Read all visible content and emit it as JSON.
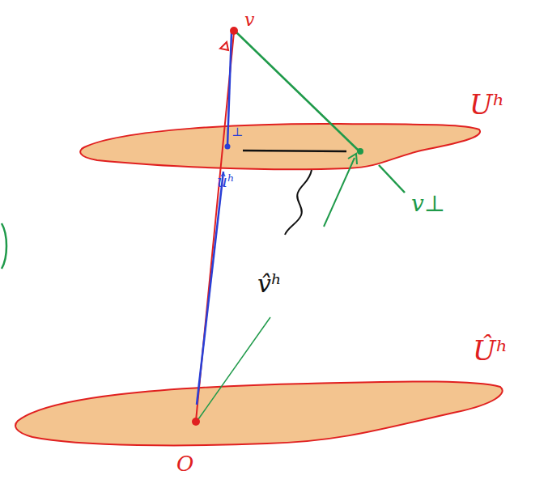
{
  "diagram": {
    "labels": [
      "v",
      "⊥",
      "ûʰ",
      "Uʰ",
      "v⊥",
      "v̂ʰ",
      "Ûʰ",
      "O"
    ]
  }
}
